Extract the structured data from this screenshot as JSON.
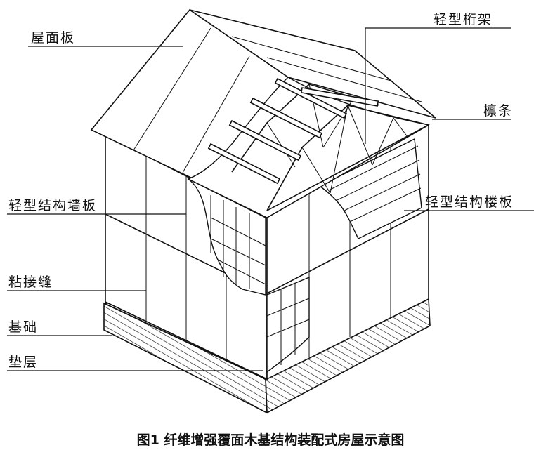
{
  "labels": {
    "roof_panel": "屋面板",
    "light_truss": "轻型桁架",
    "purlin": "檩条",
    "light_wall_panel": "轻型结构墙板",
    "light_floor_panel": "轻型结构楼板",
    "bonded_seam": "粘接缝",
    "foundation": "基础",
    "cushion_layer": "垫层"
  },
  "caption": "图1 纤维增强覆面木基结构装配式房屋示意图"
}
